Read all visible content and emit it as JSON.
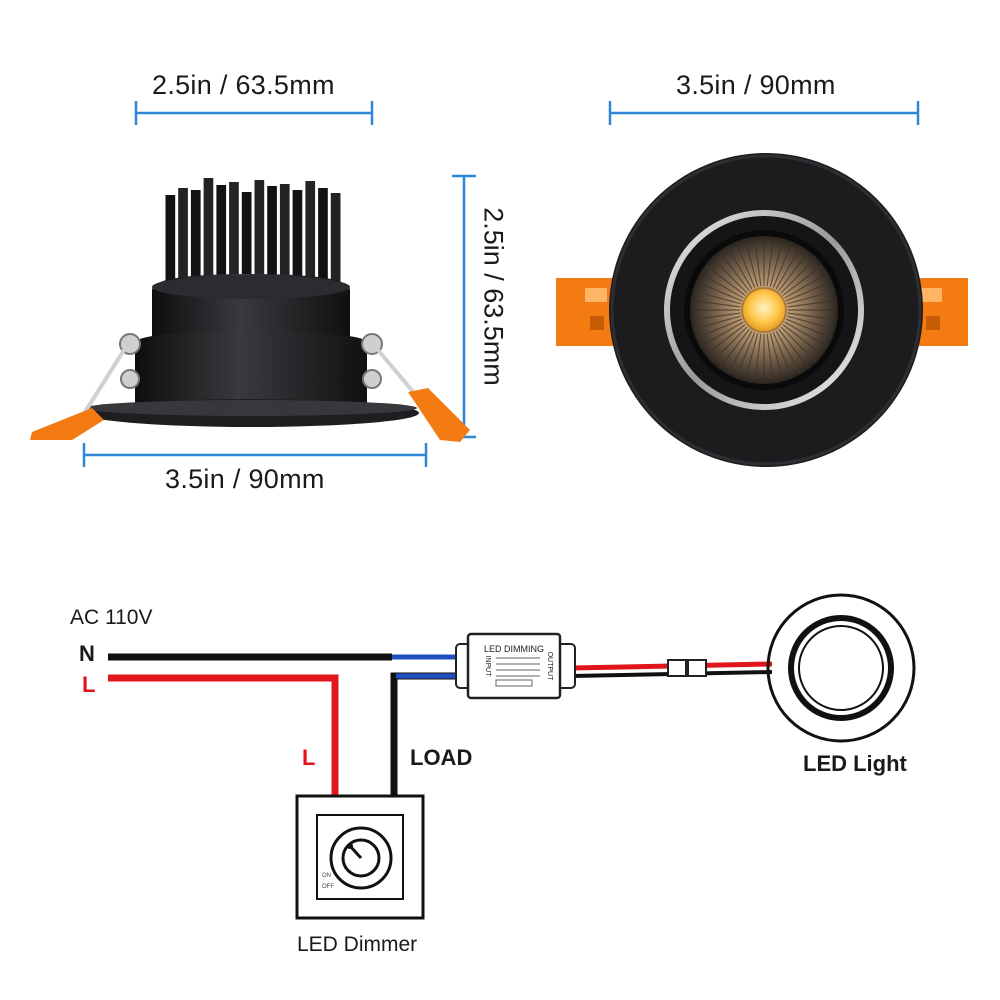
{
  "dimensions": {
    "side_top": "2.5in / 63.5mm",
    "side_height": "2.5in / 63.5mm",
    "side_bottom": "3.5in / 90mm",
    "front_top": "3.5in / 90mm"
  },
  "wiring": {
    "supply": "AC 110V",
    "neutral": "N",
    "live": "L",
    "live_drop": "L",
    "load": "LOAD",
    "driver_title": "LED DIMMING",
    "driver_side_left": "INPUT",
    "driver_side_right": "OUTPUT",
    "light_caption": "LED Light",
    "dimmer_caption": "LED Dimmer",
    "dimmer_on": "ON",
    "dimmer_off": "OFF"
  },
  "colors": {
    "dimension_line": "#2f86d6",
    "live_wire": "#e0161c",
    "neutral_wire": "#111111",
    "blue_lead": "#1f4fbf",
    "clip": "#f47a12",
    "housing": "#1c1c1e"
  }
}
